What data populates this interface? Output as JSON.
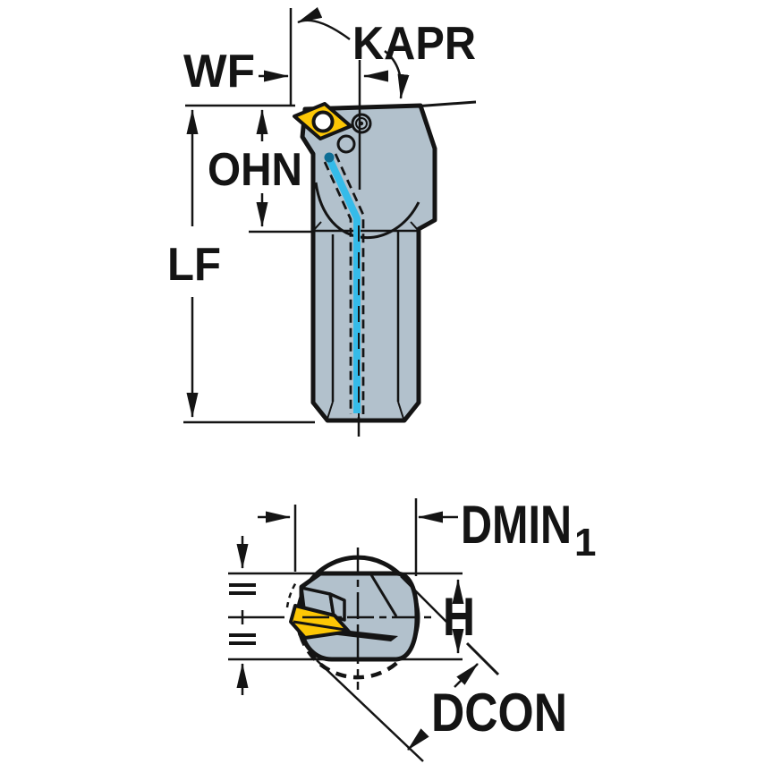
{
  "figure": {
    "description": "Technical dimension drawing of a turning tool holder, side view and end view",
    "labels": {
      "kapr": "KAPR",
      "wf": "WF",
      "ohn": "OHN",
      "lf": "LF",
      "dmin": "DMIN",
      "dmin_sub": "1",
      "h": "H",
      "dcon": "DCON"
    },
    "colors": {
      "outline": "#141414",
      "body": "#b2c1cc",
      "insert": "#fdc705",
      "coolant": "#35bbe9",
      "nozzle": "#0e6e95",
      "background": "#ffffff",
      "hole": "#ffffff"
    }
  }
}
